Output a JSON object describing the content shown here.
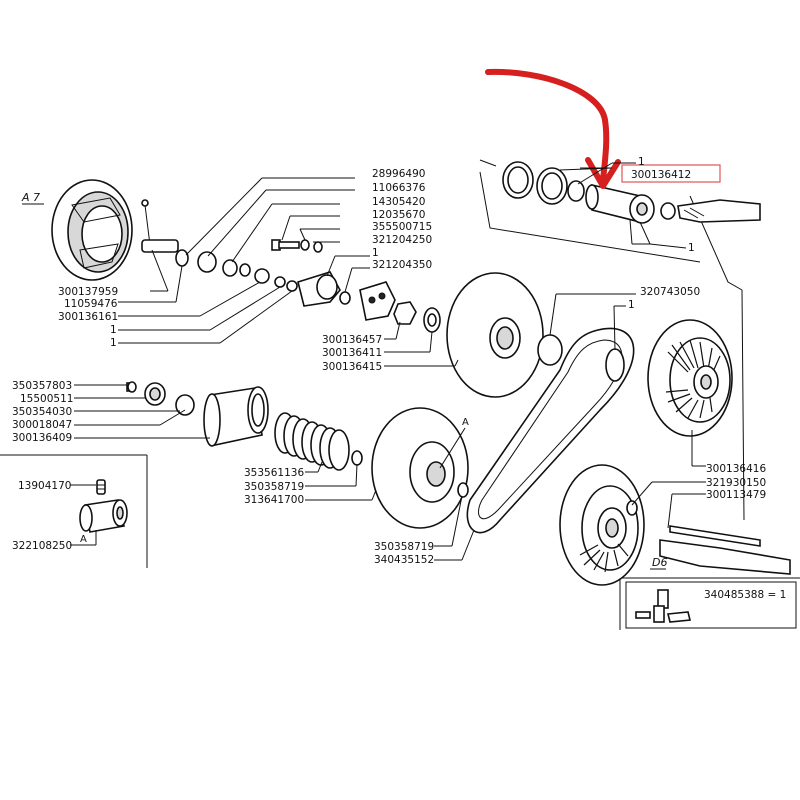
{
  "diagram": {
    "section_labels": {
      "a7": "A 7",
      "d6": "D6",
      "a_marker": "A",
      "a_marker_small": "A"
    },
    "labels": [
      {
        "id": "28996490",
        "text": "28996490"
      },
      {
        "id": "11066376",
        "text": "11066376"
      },
      {
        "id": "14305420",
        "text": "14305420"
      },
      {
        "id": "12035670",
        "text": "12035670"
      },
      {
        "id": "355500715",
        "text": "355500715"
      },
      {
        "id": "321204250",
        "text": "321204250"
      },
      {
        "id": "one_a",
        "text": "1"
      },
      {
        "id": "321204350",
        "text": "321204350"
      },
      {
        "id": "300137959",
        "text": "300137959"
      },
      {
        "id": "11059476",
        "text": "11059476"
      },
      {
        "id": "300136161",
        "text": "300136161"
      },
      {
        "id": "one_b",
        "text": "1"
      },
      {
        "id": "one_c",
        "text": "1"
      },
      {
        "id": "300136457",
        "text": "300136457"
      },
      {
        "id": "300136411",
        "text": "300136411"
      },
      {
        "id": "300136415",
        "text": "300136415"
      },
      {
        "id": "320743050",
        "text": "320743050"
      },
      {
        "id": "one_d",
        "text": "1"
      },
      {
        "id": "350357803",
        "text": "350357803"
      },
      {
        "id": "15500511",
        "text": "15500511"
      },
      {
        "id": "350354030",
        "text": "350354030"
      },
      {
        "id": "300018047",
        "text": "300018047"
      },
      {
        "id": "300136409",
        "text": "300136409"
      },
      {
        "id": "353561136",
        "text": "353561136"
      },
      {
        "id": "350358719_a",
        "text": "350358719"
      },
      {
        "id": "313641700",
        "text": "313641700"
      },
      {
        "id": "13904170",
        "text": "13904170"
      },
      {
        "id": "322108250",
        "text": "322108250"
      },
      {
        "id": "350358719_b",
        "text": "350358719"
      },
      {
        "id": "340435152",
        "text": "340435152"
      },
      {
        "id": "300136416",
        "text": "300136416"
      },
      {
        "id": "321930150",
        "text": "321930150"
      },
      {
        "id": "300113479",
        "text": "300113479"
      },
      {
        "id": "one_top",
        "text": "1"
      },
      {
        "id": "one_right",
        "text": "1"
      }
    ],
    "highlight": {
      "part_number": "300136412",
      "box_color": "#e05555",
      "arrow_color": "#d61f1f"
    },
    "kit": {
      "text": "340485388 = 1"
    }
  }
}
